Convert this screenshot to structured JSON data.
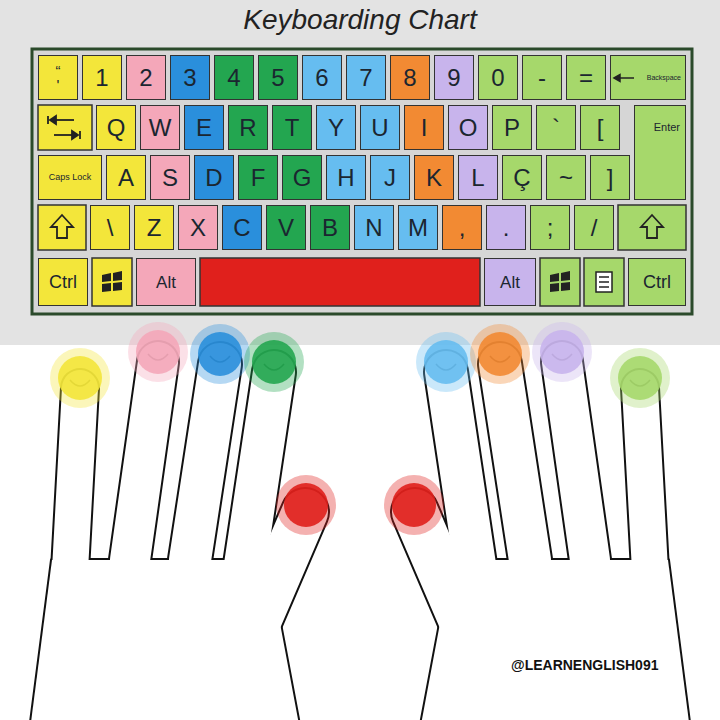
{
  "diagram": {
    "title": "Keyboarding Chart",
    "nodes": [
      {
        "text": [
          "“",
          "'"
        ]
      },
      {
        "text": [
          "1"
        ]
      },
      {
        "text": [
          "2"
        ]
      },
      {
        "text": [
          "3"
        ]
      },
      {
        "text": [
          "4"
        ]
      },
      {
        "text": [
          "5"
        ]
      },
      {
        "text": [
          "6"
        ]
      },
      {
        "text": [
          "7"
        ]
      },
      {
        "text": [
          "8"
        ]
      },
      {
        "text": [
          "9"
        ]
      },
      {
        "text": [
          "0"
        ]
      },
      {
        "text": [
          "-"
        ]
      },
      {
        "text": [
          "="
        ]
      },
      {
        "text": [
          "Backspace"
        ]
      },
      {
        "text": [
          "Q"
        ]
      },
      {
        "text": [
          "W"
        ]
      },
      {
        "text": [
          "E"
        ]
      },
      {
        "text": [
          "R"
        ]
      },
      {
        "text": [
          "T"
        ]
      },
      {
        "text": [
          "Y"
        ]
      },
      {
        "text": [
          "U"
        ]
      },
      {
        "text": [
          "I"
        ]
      },
      {
        "text": [
          "O"
        ]
      },
      {
        "text": [
          "P"
        ]
      },
      {
        "text": [
          "`"
        ]
      },
      {
        "text": [
          "["
        ]
      },
      {
        "text": [
          "Enter"
        ]
      },
      {
        "text": [
          "Caps Lock"
        ]
      },
      {
        "text": [
          "A"
        ]
      },
      {
        "text": [
          "S"
        ]
      },
      {
        "text": [
          "D"
        ]
      },
      {
        "text": [
          "F"
        ]
      },
      {
        "text": [
          "G"
        ]
      },
      {
        "text": [
          "H"
        ]
      },
      {
        "text": [
          "J"
        ]
      },
      {
        "text": [
          "K"
        ]
      },
      {
        "text": [
          "L"
        ]
      },
      {
        "text": [
          "Ç"
        ]
      },
      {
        "text": [
          "~"
        ]
      },
      {
        "text": [
          "]"
        ]
      },
      {
        "text": [
          "\\"
        ]
      },
      {
        "text": [
          "Z"
        ]
      },
      {
        "text": [
          "X"
        ]
      },
      {
        "text": [
          "C"
        ]
      },
      {
        "text": [
          "V"
        ]
      },
      {
        "text": [
          "B"
        ]
      },
      {
        "text": [
          "N"
        ]
      },
      {
        "text": [
          "M"
        ]
      },
      {
        "text": [
          ","
        ]
      },
      {
        "text": [
          "."
        ]
      },
      {
        "text": [
          ";"
        ]
      },
      {
        "text": [
          "/"
        ]
      },
      {
        "text": [
          "Ctrl"
        ]
      },
      {
        "text": [
          "Alt"
        ]
      },
      {
        "text": [
          "Alt"
        ]
      },
      {
        "text": [
          "Ctrl"
        ]
      }
    ],
    "labels": [
      "@LEARNENGLISH091"
    ]
  }
}
